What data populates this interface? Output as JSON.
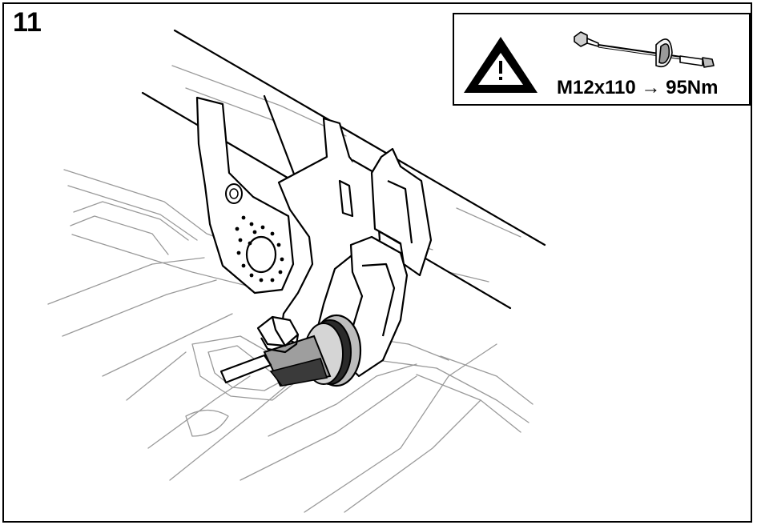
{
  "step": {
    "number": "11"
  },
  "callout": {
    "warning_icon": "warning-triangle-icon",
    "bolt_icon": "bolt-with-washer-icon",
    "torque_spec": "M12x110 → 95Nm"
  },
  "illustration": {
    "subject": "bracket-bolt-assembly"
  }
}
